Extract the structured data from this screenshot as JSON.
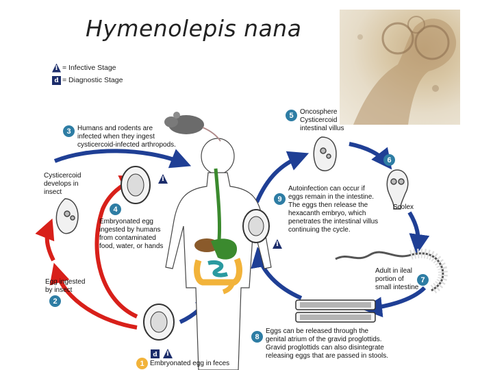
{
  "title": "Hymenolepis nana",
  "legend": {
    "infective_symbol": "i",
    "infective_label": "= Infective Stage",
    "diagnostic_symbol": "d",
    "diagnostic_label": "= Diagnostic Stage"
  },
  "steps": {
    "s1": {
      "number": "1",
      "text": "Embryonated egg in feces"
    },
    "s2": {
      "number": "2",
      "text": "Egg ingested\nby insect"
    },
    "s3": {
      "number": "3",
      "text": "Humans and rodents are\ninfected when they ingest\ncysticercoid-infected arthropods."
    },
    "s4": {
      "number": "4",
      "text": "Embryonated egg\ningested by humans\nfrom contaminated\nfood, water, or hands"
    },
    "s5": {
      "number": "5",
      "text": "Oncosphere\nCysticercoid\nintestinal villus"
    },
    "s6": {
      "number": "6",
      "text": "Scolex"
    },
    "s7": {
      "number": "7",
      "text": "Adult in ileal\nportion of\nsmall intestine"
    },
    "s8": {
      "number": "8",
      "text": "Eggs can be released through the\ngenital atrium of the gravid proglottids.\nGravid proglottids can also disintegrate\nreleasing eggs that are passed in stools."
    },
    "s9": {
      "number": "9",
      "text": "Autoinfection can occur if\neggs remain in the intestine.\nThe eggs then release the\nhexacanth embryo, which\npenetrates the intestinal villus\ncontinuing the cycle."
    }
  },
  "cysticercoid_label": "Cysticercoid\ndevelops in\ninsect",
  "stage_marks": {
    "i": "i",
    "d": "d"
  },
  "colors": {
    "blue_arrow": "#1f3f95",
    "red_arrow": "#d8201a",
    "badge": "#2e7da4",
    "badge_yellow": "#f2b33a",
    "stage_icon": "#1c2d6b"
  }
}
